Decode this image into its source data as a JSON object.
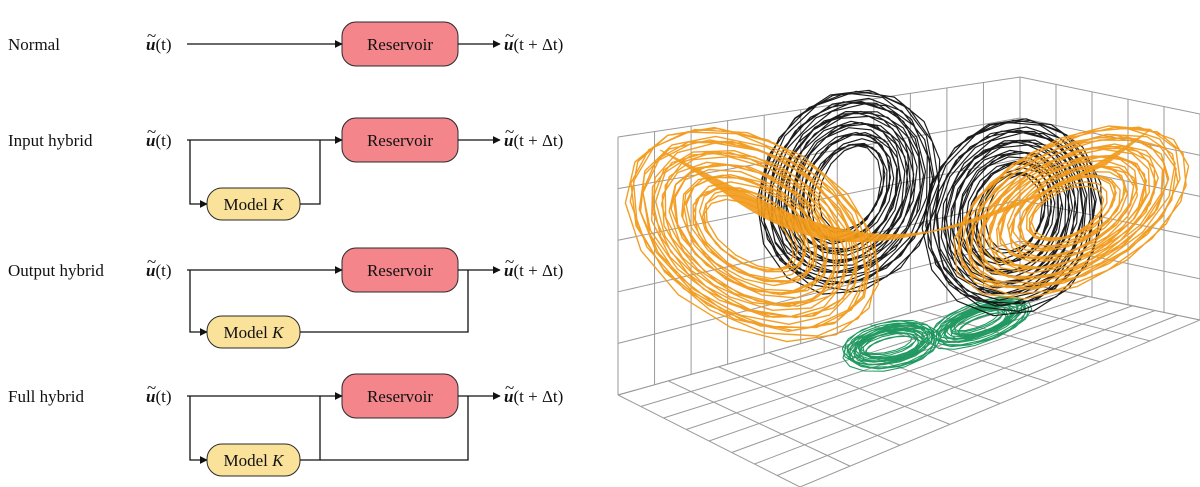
{
  "colors": {
    "reservoir_fill": "#f4858a",
    "reservoir_stroke": "#2a2a2a",
    "model_fill": "#fbe29b",
    "model_stroke": "#2a2a2a",
    "wire": "#111111",
    "grid": "#9a9a9a",
    "wing_black": "#111111",
    "wing_orange": "#f29a1a",
    "wing_green": "#16955a"
  },
  "labels": {
    "reservoir": "Reservoir",
    "model_text": "Model ",
    "model_k": "K"
  },
  "symbols": {
    "input_u": "u",
    "input_arg": "(t)",
    "output_u": "u",
    "output_arg": "(t + Δt)"
  },
  "rows": [
    {
      "label": "Normal",
      "variant": "normal"
    },
    {
      "label": "Input hybrid",
      "variant": "input"
    },
    {
      "label": "Output hybrid",
      "variant": "output"
    },
    {
      "label": "Full hybrid",
      "variant": "full"
    }
  ]
}
